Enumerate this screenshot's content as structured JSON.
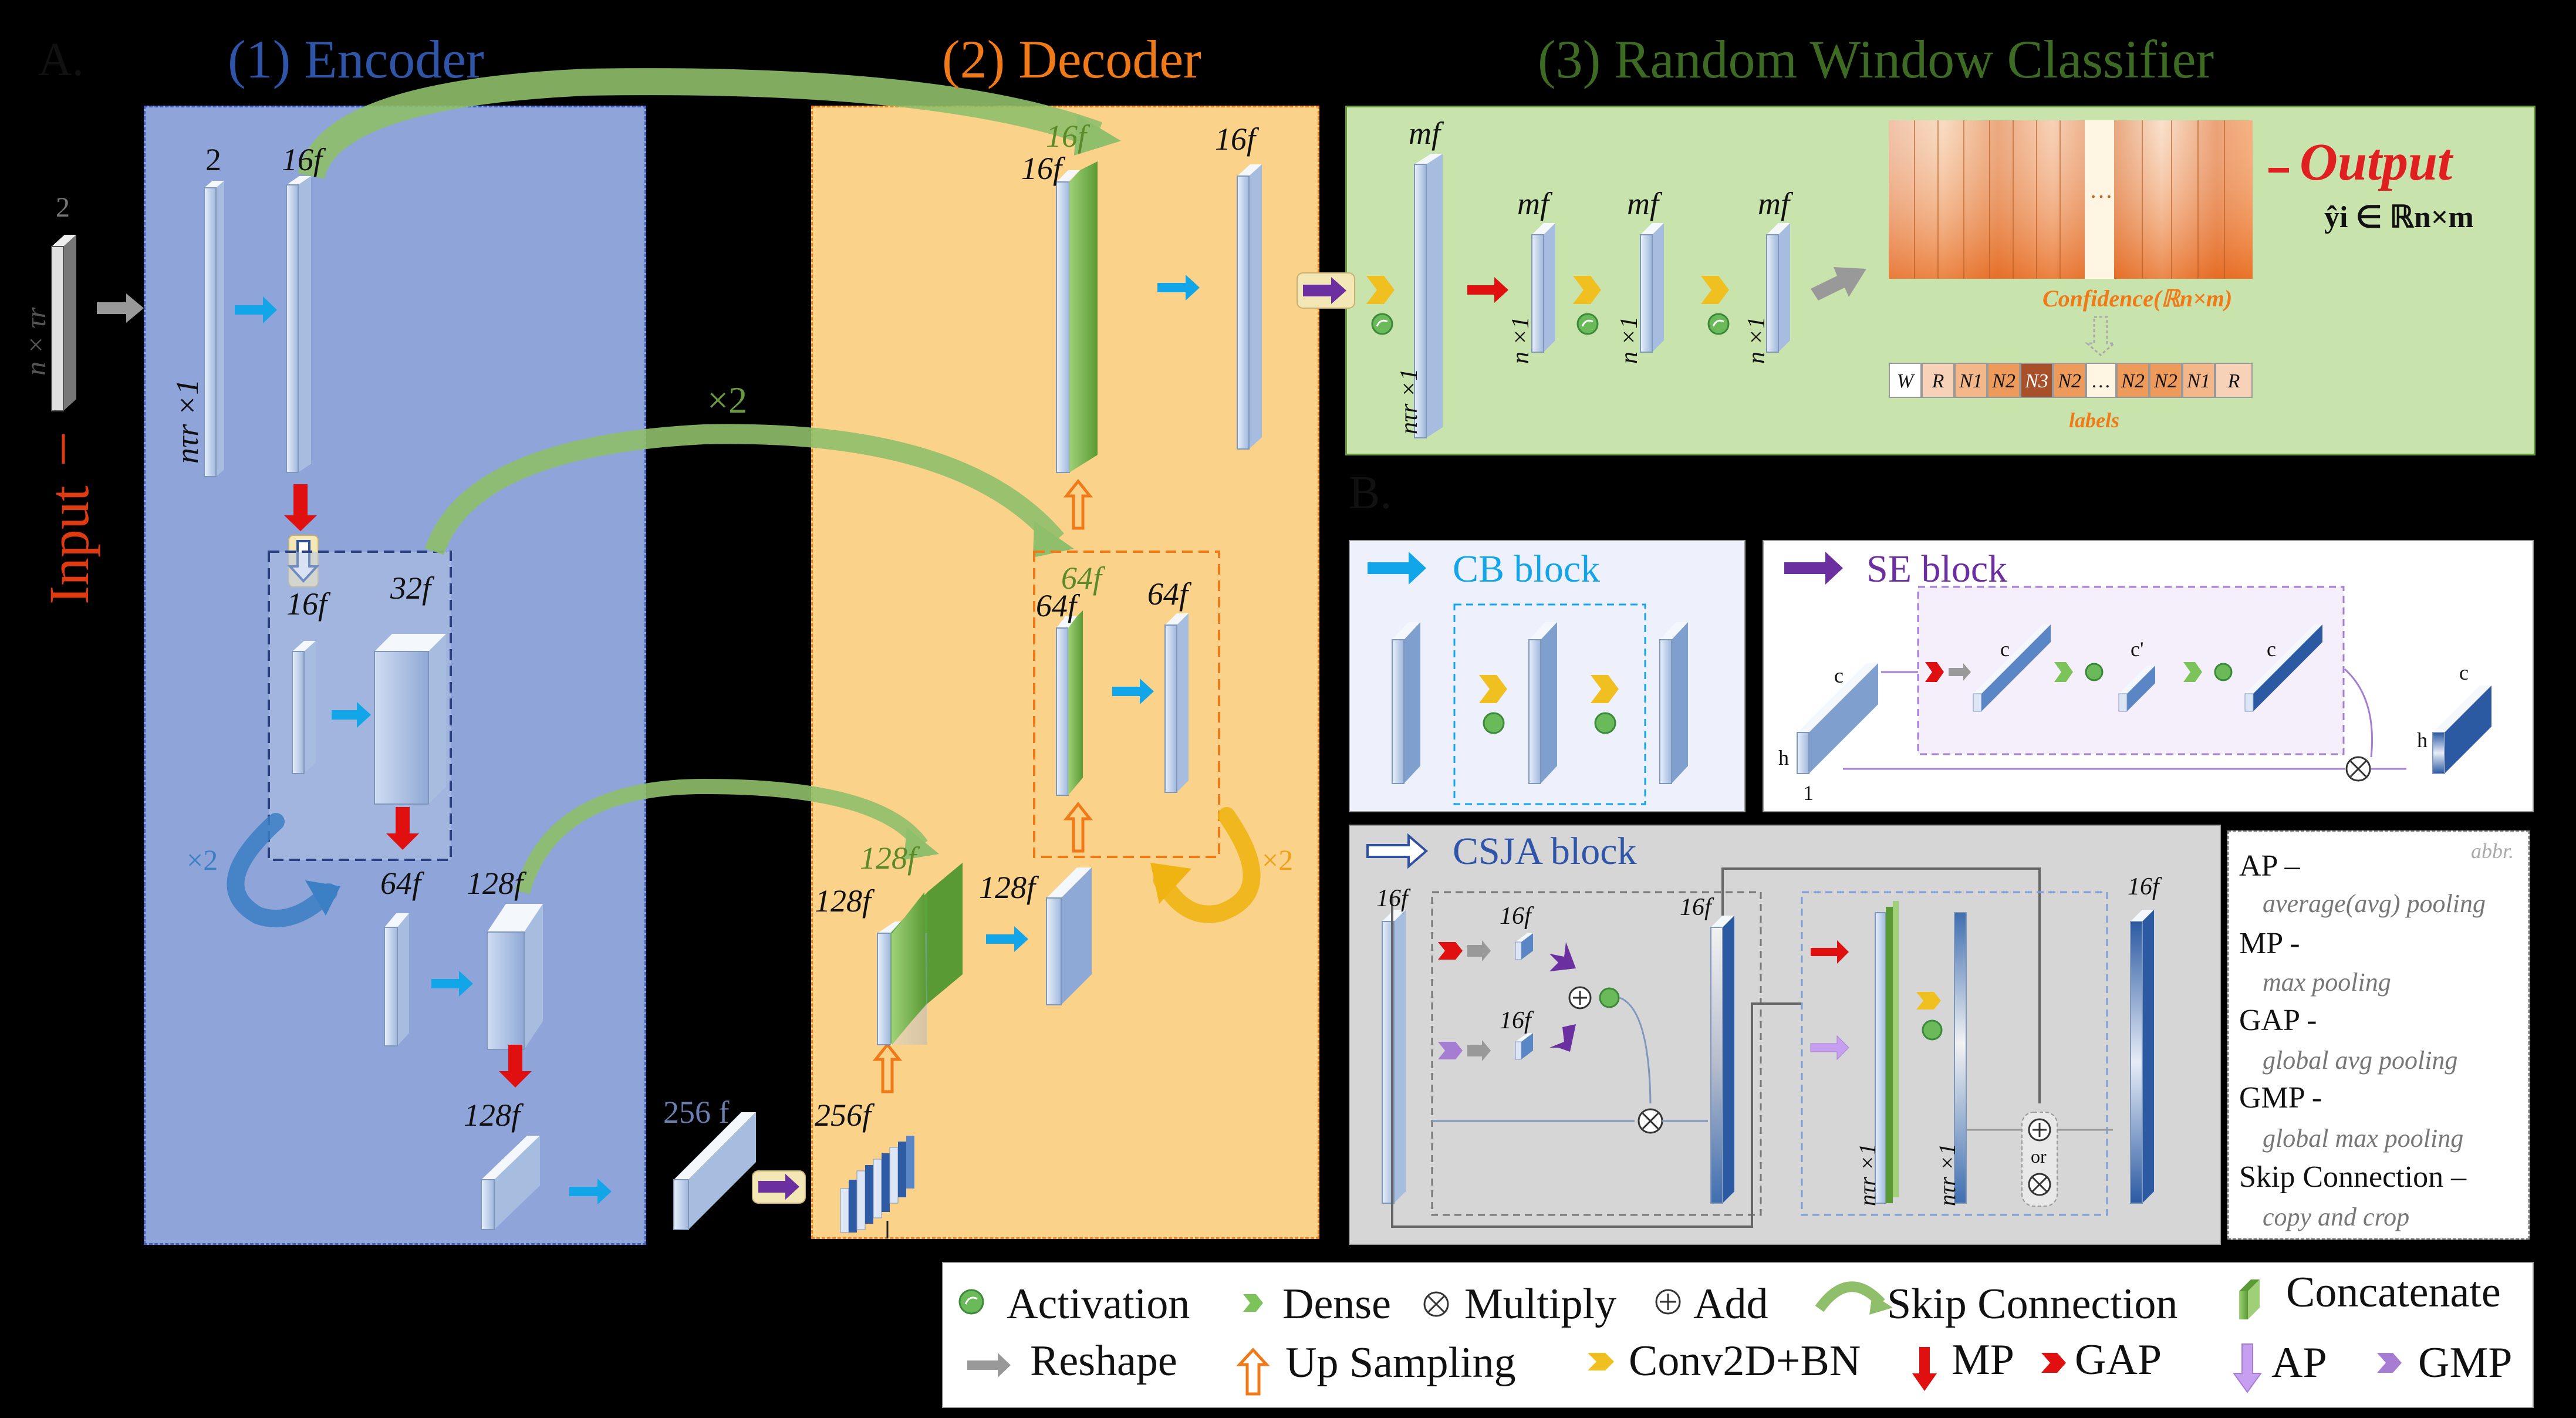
{
  "sections": {
    "a": "A.",
    "b": "B.",
    "encoder": "(1) Encoder",
    "decoder": "(2) Decoder",
    "classifier": "(3) Random Window Classifier"
  },
  "input": {
    "label": "Input",
    "dim_c": "2",
    "dim_n": "n × τr"
  },
  "encoder": {
    "c2": "2",
    "c16": "16f",
    "len": "nτr ×1",
    "c16b": "16f",
    "c32": "32f",
    "rep": "×2",
    "c64": "64f",
    "c128": "128f",
    "c128b": "128f",
    "c256": "256 f"
  },
  "decoder": {
    "c16g": "16f",
    "c16": "16f",
    "c16r": "16f",
    "rep2": "×2",
    "c64g": "64f",
    "c64": "64f",
    "c64r": "64f",
    "rep3": "×2",
    "c128g": "128f",
    "c128": "128f",
    "c128r": "128f",
    "c256": "256f"
  },
  "classifier": {
    "mf1": "mf",
    "mf2": "mf",
    "mf3": "mf",
    "mf4": "mf",
    "len1": "nτr ×1",
    "n1a": "n ×1",
    "n1b": "n ×1",
    "n1c": "n ×1",
    "output": "Output",
    "yhat": "ŷi ∈ ℝn×m",
    "confidence": "Confidence(ℝn×m)",
    "labels_caption": "labels",
    "dots": "…",
    "labels": [
      "W",
      "R",
      "N1",
      "N2",
      "N3",
      "N2",
      "…",
      "N2",
      "N2",
      "N1",
      "R"
    ]
  },
  "blocks": {
    "cb": "CB block",
    "se": "SE block",
    "csja": "CSJA block",
    "se_c": "c",
    "se_h": "h",
    "se_1": "1",
    "se_c2": "c",
    "se_c3": "c'",
    "se_c4": "c",
    "se_c5": "c",
    "se_h2": "h",
    "se_or": "or",
    "cs_16a": "16f",
    "cs_16b": "16f",
    "cs_16c": "16f",
    "cs_16d": "16f",
    "cs_16e": "16f",
    "cs_len1": "nτr ×1",
    "cs_len2": "nτr ×1"
  },
  "abbr": {
    "title": "abbr.",
    "items": [
      {
        "k": "AP –",
        "v": "average(avg) pooling"
      },
      {
        "k": "MP -",
        "v": "max pooling"
      },
      {
        "k": "GAP -",
        "v": "global avg pooling"
      },
      {
        "k": "GMP -",
        "v": "global max pooling"
      },
      {
        "k": "Skip Connection –",
        "v": "copy and crop"
      }
    ]
  },
  "legend": {
    "activation": "Activation",
    "dense": "Dense",
    "multiply": "Multiply",
    "add": "Add",
    "skip": "Skip Connection",
    "concat": "Concatenate",
    "reshape": "Reshape",
    "upsampling": "Up Sampling",
    "conv": "Conv2D+BN",
    "mp": "MP",
    "gap": "GAP",
    "ap": "AP",
    "gmp": "GMP"
  },
  "colors": {
    "encoder_bg": "#8fa4d8",
    "decoder_bg": "#fbd28a",
    "classifier_bg": "#c9e3ad",
    "cyan": "#12a6e8",
    "red": "#e01010",
    "purple": "#6b2fa0",
    "green_skip": "#8fbf6a",
    "orange": "#f07a18",
    "title_blue": "#2f55a8",
    "title_orange": "#f07a18",
    "title_green": "#3e6b23"
  }
}
